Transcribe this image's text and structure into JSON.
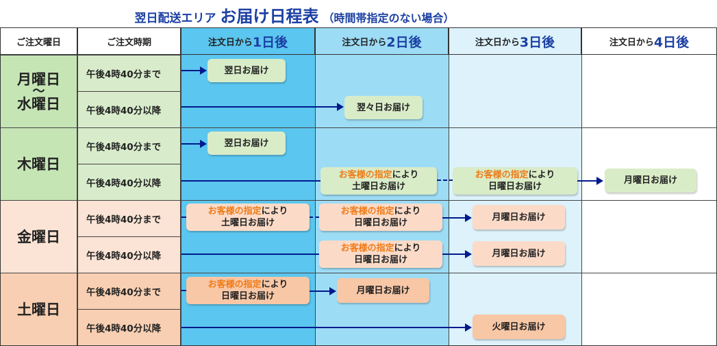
{
  "title": {
    "prefix": "翌日配送エリア",
    "main": "お届け日程表",
    "suffix": "（時間帯指定のない場合）"
  },
  "header": {
    "day_col": "ご注文曜日",
    "time_col": "ご注文時期",
    "d_prefix": "注文日から",
    "d1_num": "1日後",
    "d2_num": "2日後",
    "d3_num": "3日後",
    "d4_num": "4日後"
  },
  "days": {
    "monwed_1": "月曜日",
    "monwed_2": "～",
    "monwed_3": "水曜日",
    "thu": "木曜日",
    "fri": "金曜日",
    "sat": "土曜日"
  },
  "times": {
    "before": "午後4時40分まで",
    "after": "午後4時40分以降"
  },
  "labels": {
    "next_day": "翌日お届け",
    "day_after": "翌々日お届け",
    "cust": "お客様の指定",
    "niyori": "により",
    "sat_deliv": "土曜日お届け",
    "sun_deliv": "日曜日お届け",
    "mon_deliv": "月曜日お届け",
    "tue_deliv": "火曜日お届け"
  },
  "colors": {
    "d1_bg": "#5bc6ef",
    "d2_bg": "#9ddcf5",
    "d3_bg": "#ddf2fb",
    "green_row": "#c6e5b5",
    "orange_row": "#f8cfb2",
    "accent": "#1b3fa3",
    "orange_text": "#f07b17",
    "arrow": "#001a8c"
  }
}
